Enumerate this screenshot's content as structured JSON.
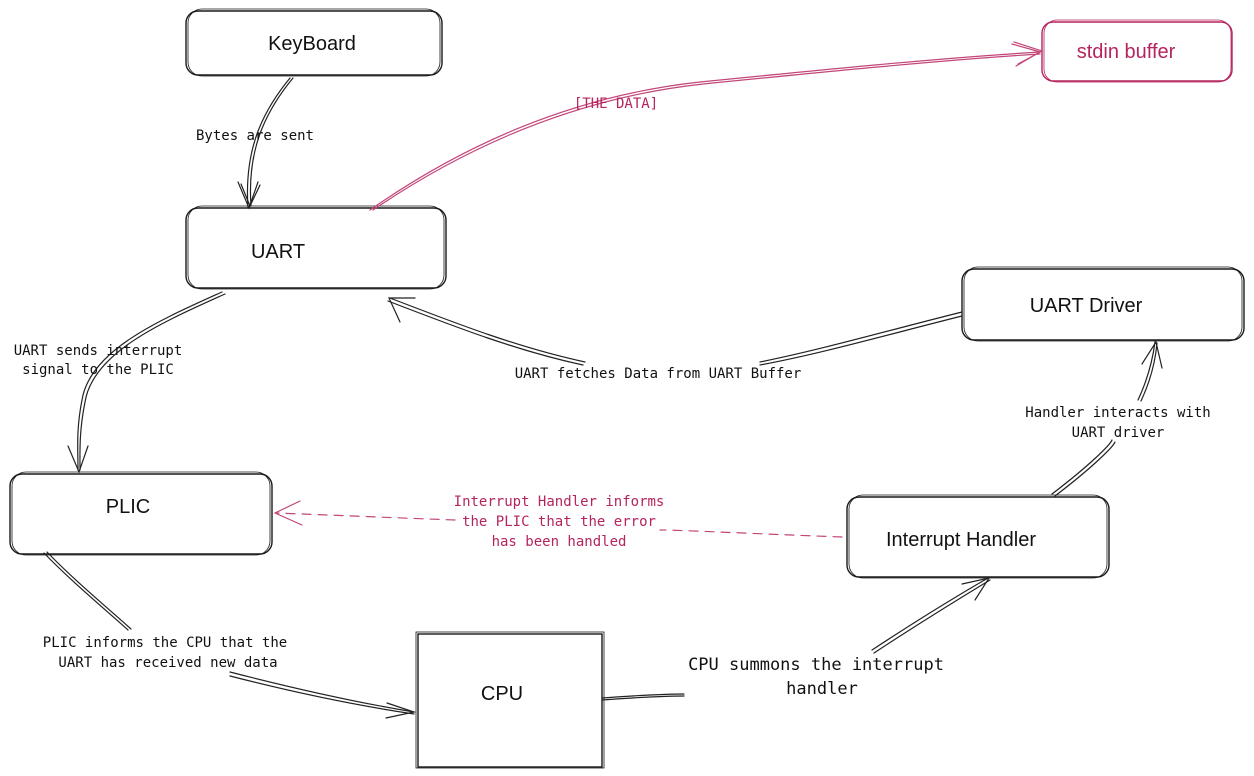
{
  "colors": {
    "ink": "#1a1a1a",
    "accent": "#b5245f",
    "background": "#ffffff"
  },
  "nodes": {
    "keyboard": "KeyBoard",
    "stdin_buffer": "stdin buffer",
    "uart": "UART",
    "uart_driver": "UART Driver",
    "plic": "PLIC",
    "interrupt_handler": "Interrupt Handler",
    "cpu": "CPU"
  },
  "edges": {
    "keyboard_to_uart": [
      "Bytes are sent"
    ],
    "uart_to_stdin": [
      "[THE DATA]"
    ],
    "uart_to_plic": [
      "UART sends interrupt",
      "signal to the PLIC"
    ],
    "driver_to_uart": [
      "UART fetches Data from UART Buffer"
    ],
    "handler_to_driver": [
      "Handler interacts with",
      "UART driver"
    ],
    "handler_to_plic": [
      "Interrupt Handler informs",
      "the PLIC that the error",
      "has been handled"
    ],
    "plic_to_cpu": [
      "PLIC informs the CPU that the",
      "UART has received new data"
    ],
    "cpu_to_handler": [
      "CPU summons the interrupt",
      "handler"
    ]
  }
}
